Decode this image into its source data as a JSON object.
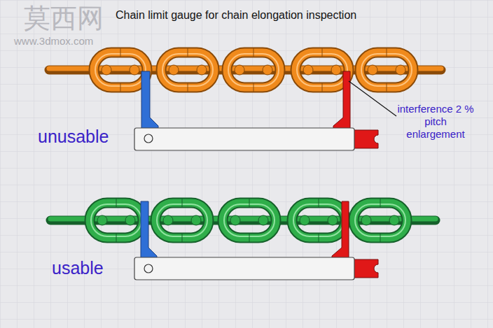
{
  "diagram": {
    "title": "Chain limit gauge for chain elongation inspection",
    "labels": [
      "莫西网",
      "www.3dmox.com",
      "unusable",
      "interference 2 % pitch enlargement",
      "usable"
    ]
  }
}
